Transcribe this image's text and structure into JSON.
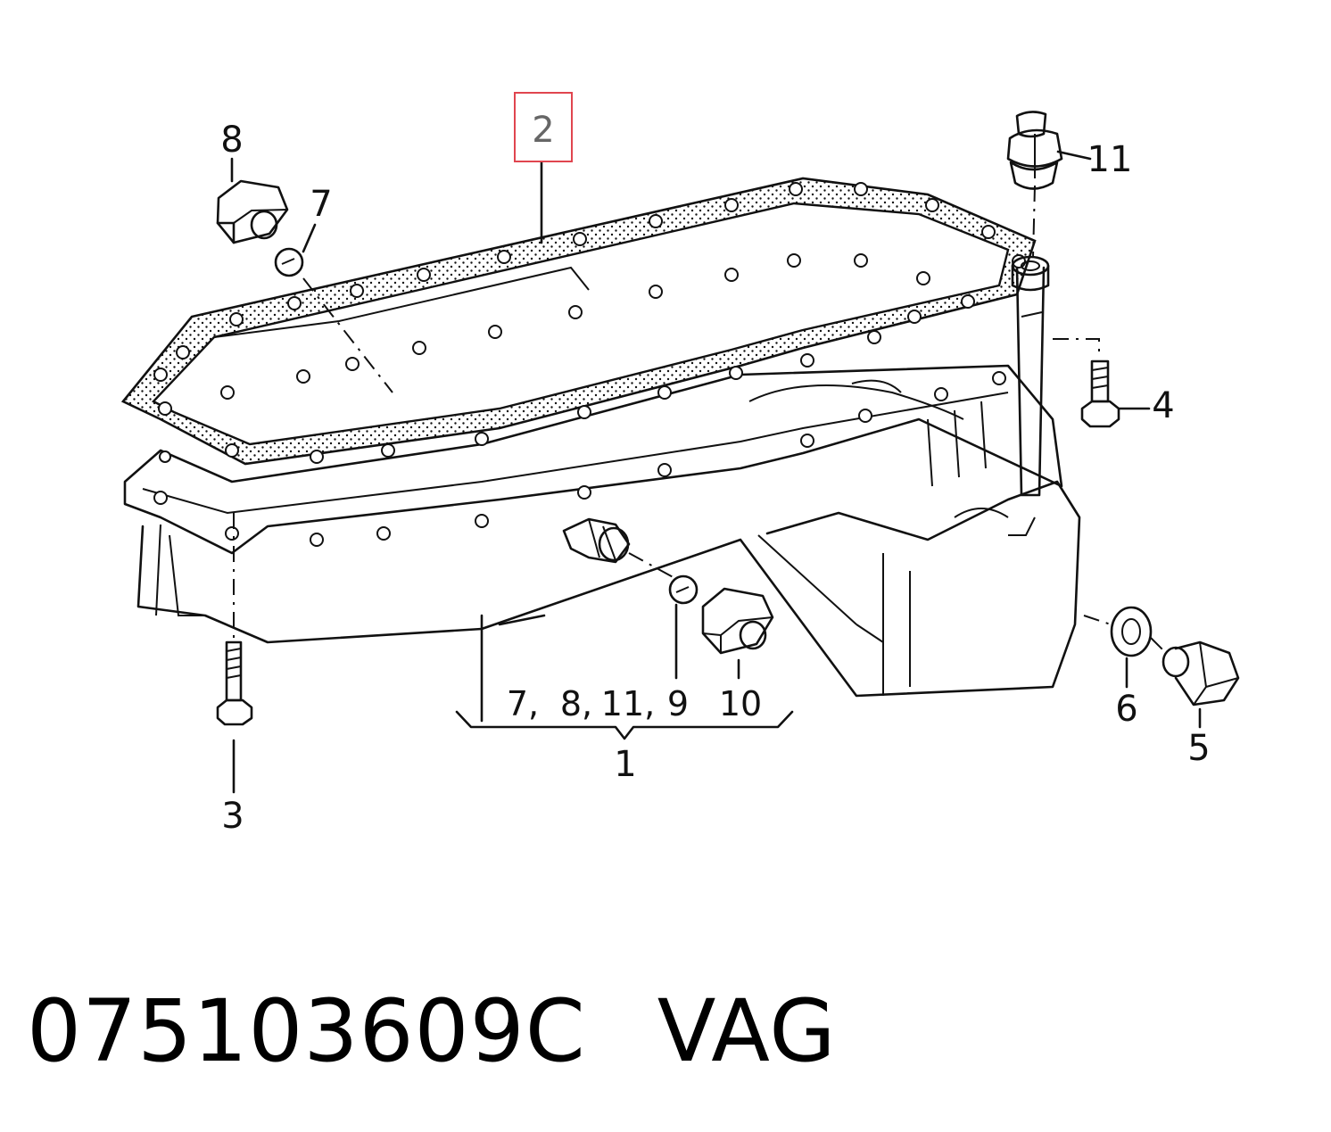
{
  "diagram": {
    "highlight_label": "2",
    "callouts": {
      "c1": "1",
      "c3": "3",
      "c4": "4",
      "c5": "5",
      "c6": "6",
      "c7": "7",
      "c8": "8",
      "c9": "9",
      "c10": "10",
      "c11": "11",
      "group_7": "7,",
      "group_8": "8,",
      "group_11": "11,",
      "group_9": "9",
      "group_10": "10"
    }
  },
  "footer": {
    "part_number": "075103609C",
    "brand": "VAG"
  }
}
